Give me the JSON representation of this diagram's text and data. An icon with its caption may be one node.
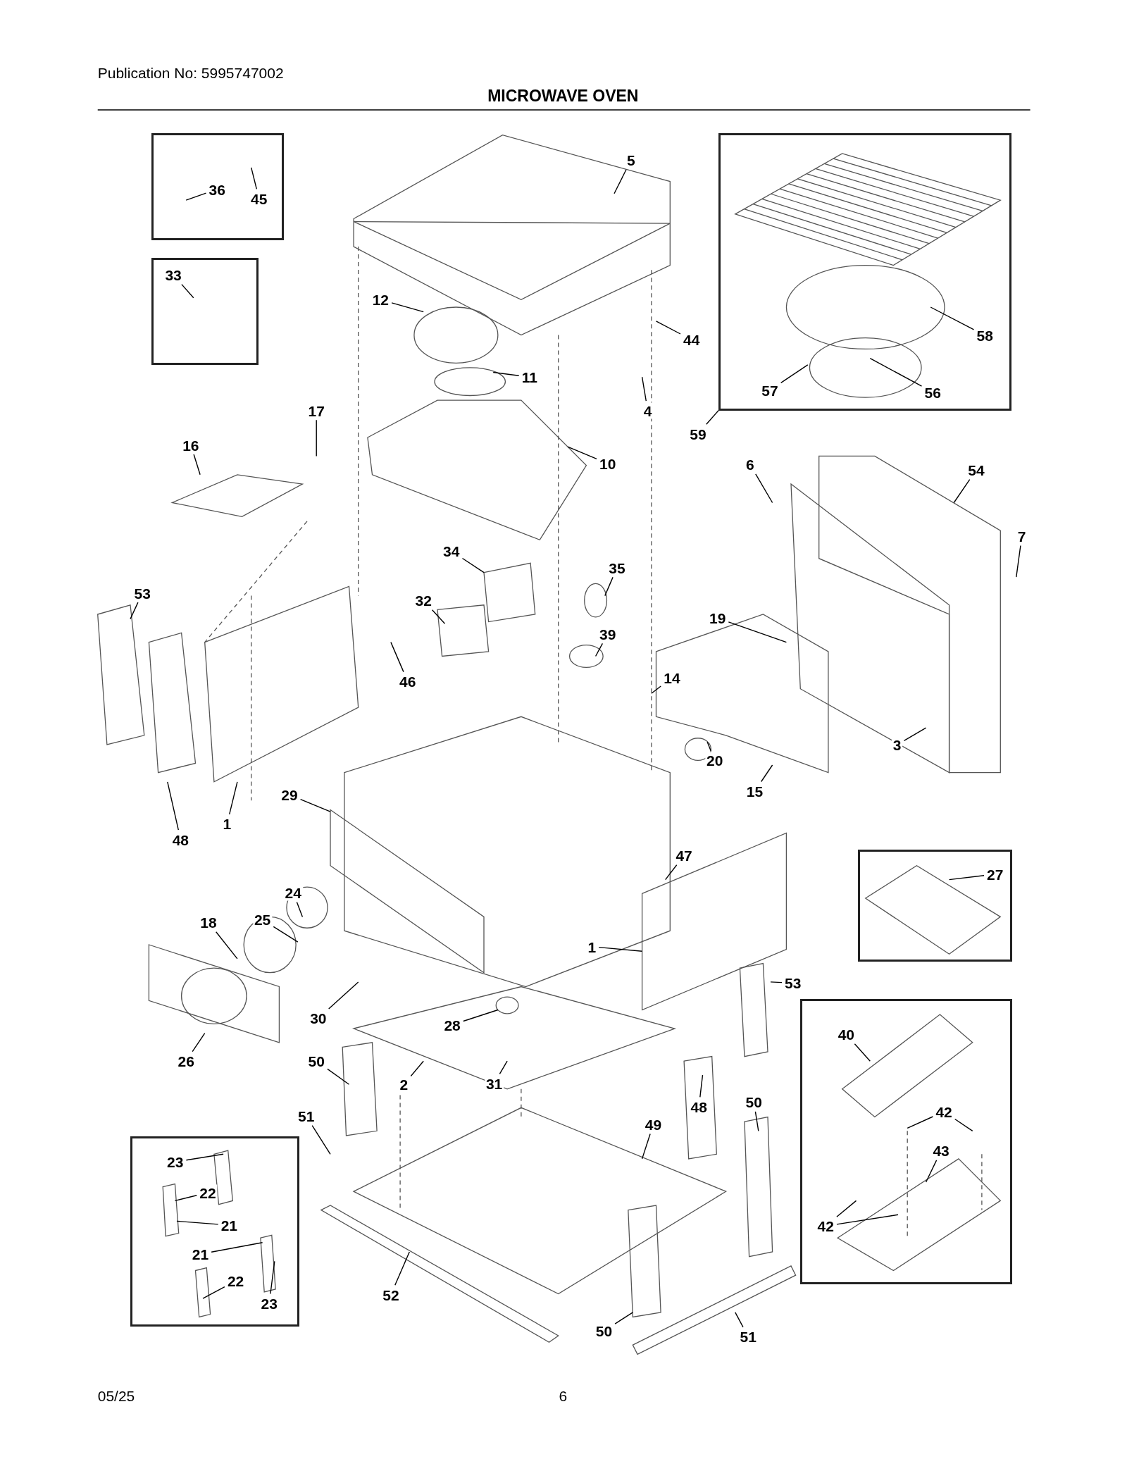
{
  "diagram": {
    "title": "MICROWAVE OVEN",
    "nodes": [
      {
        "text": [],
        "shape": "box"
      },
      {
        "text": [
          "36"
        ],
        "in": 0
      },
      {
        "text": [
          "45"
        ],
        "in": 0
      },
      {
        "text": [
          "5"
        ]
      },
      {
        "text": [],
        "shape": "box"
      },
      {
        "text": [
          "58"
        ],
        "in": 4
      },
      {
        "text": [
          "57"
        ],
        "in": 4
      },
      {
        "text": [
          "56"
        ],
        "in": 4
      },
      {
        "text": [],
        "shape": "box"
      },
      {
        "text": [
          "33"
        ],
        "in": 8
      },
      {
        "text": [
          "12"
        ]
      },
      {
        "text": [
          "44"
        ]
      },
      {
        "text": [
          "11"
        ]
      },
      {
        "text": [
          "4"
        ]
      },
      {
        "text": [
          "59"
        ]
      },
      {
        "text": [
          "17"
        ]
      },
      {
        "text": [
          "16"
        ]
      },
      {
        "text": [
          "10"
        ]
      },
      {
        "text": [
          "6"
        ]
      },
      {
        "text": [
          "54"
        ]
      },
      {
        "text": [
          "7"
        ]
      },
      {
        "text": [
          "34"
        ]
      },
      {
        "text": [
          "35"
        ]
      },
      {
        "text": [
          "53"
        ]
      },
      {
        "text": [
          "32"
        ]
      },
      {
        "text": [
          "19"
        ]
      },
      {
        "text": [
          "39"
        ]
      },
      {
        "text": [
          "46"
        ]
      },
      {
        "text": [
          "14"
        ]
      },
      {
        "text": [
          "20"
        ]
      },
      {
        "text": [
          "3"
        ]
      },
      {
        "text": [
          "15"
        ]
      },
      {
        "text": [
          "29"
        ]
      },
      {
        "text": [
          "48"
        ]
      },
      {
        "text": [
          "1"
        ]
      },
      {
        "text": [],
        "shape": "box"
      },
      {
        "text": [
          "27"
        ],
        "in": 35
      },
      {
        "text": [
          "47"
        ]
      },
      {
        "text": [
          "24"
        ]
      },
      {
        "text": [
          "18"
        ]
      },
      {
        "text": [
          "25"
        ]
      },
      {
        "text": [
          "1"
        ]
      },
      {
        "text": [
          "53"
        ]
      },
      {
        "text": [],
        "shape": "box"
      },
      {
        "text": [
          "40"
        ],
        "in": 43
      },
      {
        "text": [
          "30"
        ]
      },
      {
        "text": [
          "28"
        ]
      },
      {
        "text": [
          "26"
        ]
      },
      {
        "text": [
          "50"
        ]
      },
      {
        "text": [
          "2"
        ]
      },
      {
        "text": [
          "31"
        ]
      },
      {
        "text": [
          "48"
        ]
      },
      {
        "text": [
          "42"
        ],
        "in": 43
      },
      {
        "text": [
          "43"
        ],
        "in": 43
      },
      {
        "text": [
          "51"
        ]
      },
      {
        "text": [
          "49"
        ]
      },
      {
        "text": [
          "50"
        ]
      },
      {
        "text": [],
        "shape": "box"
      },
      {
        "text": [
          "23"
        ],
        "in": 57
      },
      {
        "text": [
          "22"
        ],
        "in": 57
      },
      {
        "text": [
          "21"
        ],
        "in": 57
      },
      {
        "text": [
          "42"
        ],
        "in": 43
      },
      {
        "text": [
          "21"
        ],
        "in": 57
      },
      {
        "text": [
          "22"
        ],
        "in": 57
      },
      {
        "text": [
          "52"
        ]
      },
      {
        "text": [
          "23"
        ],
        "in": 57
      },
      {
        "text": [
          "50"
        ]
      },
      {
        "text": [
          "51"
        ]
      }
    ],
    "edges": [
      {
        "from": 1,
        "to": null,
        "arrow": "none"
      },
      {
        "from": 2,
        "to": null,
        "arrow": "none"
      },
      {
        "from": 3,
        "to": null,
        "arrow": "none"
      },
      {
        "from": 5,
        "to": null,
        "arrow": "none"
      },
      {
        "from": 6,
        "to": null,
        "arrow": "none"
      },
      {
        "from": 7,
        "to": null,
        "arrow": "none"
      },
      {
        "from": 9,
        "to": null,
        "arrow": "none"
      },
      {
        "from": 10,
        "to": null,
        "arrow": "none"
      },
      {
        "from": 11,
        "to": null,
        "arrow": "none"
      },
      {
        "from": 12,
        "to": null,
        "arrow": "none"
      },
      {
        "from": 13,
        "to": null,
        "arrow": "none"
      },
      {
        "from": 14,
        "to": 4,
        "arrow": "none"
      },
      {
        "from": 15,
        "to": null,
        "arrow": "none"
      },
      {
        "from": 16,
        "to": null,
        "arrow": "none"
      },
      {
        "from": 17,
        "to": null,
        "arrow": "none"
      },
      {
        "from": 18,
        "to": null,
        "arrow": "none"
      },
      {
        "from": 19,
        "to": null,
        "arrow": "none"
      },
      {
        "from": 20,
        "to": null,
        "arrow": "none"
      },
      {
        "from": 21,
        "to": null,
        "arrow": "none"
      },
      {
        "from": 22,
        "to": null,
        "arrow": "none"
      },
      {
        "from": 23,
        "to": null,
        "arrow": "none"
      },
      {
        "from": 24,
        "to": null,
        "arrow": "none"
      },
      {
        "from": 25,
        "to": null,
        "arrow": "none"
      },
      {
        "from": 26,
        "to": null,
        "arrow": "none"
      },
      {
        "from": 27,
        "to": null,
        "arrow": "none"
      },
      {
        "from": 28,
        "to": null,
        "arrow": "none"
      },
      {
        "from": 29,
        "to": null,
        "arrow": "none"
      },
      {
        "from": 30,
        "to": null,
        "arrow": "none"
      },
      {
        "from": 31,
        "to": null,
        "arrow": "none"
      },
      {
        "from": 32,
        "to": null,
        "arrow": "none"
      },
      {
        "from": 33,
        "to": null,
        "arrow": "none"
      },
      {
        "from": 34,
        "to": null,
        "arrow": "none"
      },
      {
        "from": 36,
        "to": null,
        "arrow": "none"
      },
      {
        "from": 37,
        "to": null,
        "arrow": "none"
      },
      {
        "from": 38,
        "to": null,
        "arrow": "none"
      },
      {
        "from": 39,
        "to": null,
        "arrow": "none"
      },
      {
        "from": 40,
        "to": null,
        "arrow": "none"
      },
      {
        "from": 41,
        "to": null,
        "arrow": "none"
      },
      {
        "from": 42,
        "to": null,
        "arrow": "none"
      },
      {
        "from": 44,
        "to": null,
        "arrow": "none"
      },
      {
        "from": 45,
        "to": null,
        "arrow": "none"
      },
      {
        "from": 46,
        "to": null,
        "arrow": "none"
      },
      {
        "from": 47,
        "to": null,
        "arrow": "none"
      },
      {
        "from": 48,
        "to": null,
        "arrow": "none"
      },
      {
        "from": 49,
        "to": null,
        "arrow": "none"
      },
      {
        "from": 50,
        "to": null,
        "arrow": "none"
      },
      {
        "from": 51,
        "to": null,
        "arrow": "none"
      },
      {
        "from": 52,
        "to": null,
        "arrow": "none"
      },
      {
        "from": 52,
        "to": null,
        "arrow": "none"
      },
      {
        "from": 53,
        "to": null,
        "arrow": "none"
      },
      {
        "from": 54,
        "to": null,
        "arrow": "none"
      },
      {
        "from": 55,
        "to": null,
        "arrow": "none"
      },
      {
        "from": 56,
        "to": null,
        "arrow": "none"
      },
      {
        "from": 58,
        "to": null,
        "arrow": "none"
      },
      {
        "from": 59,
        "to": null,
        "arrow": "none"
      },
      {
        "from": 60,
        "to": null,
        "arrow": "none"
      },
      {
        "from": 61,
        "to": null,
        "arrow": "none"
      },
      {
        "from": 61,
        "to": null,
        "arrow": "none"
      },
      {
        "from": 62,
        "to": null,
        "arrow": "none"
      },
      {
        "from": 63,
        "to": null,
        "arrow": "none"
      },
      {
        "from": 64,
        "to": null,
        "arrow": "none"
      },
      {
        "from": 65,
        "to": null,
        "arrow": "none"
      },
      {
        "from": 66,
        "to": null,
        "arrow": "none"
      },
      {
        "from": 67,
        "to": null,
        "arrow": "none"
      }
    ],
    "labels": [
      "Publication No: 5995747002",
      "05/25",
      "6"
    ]
  }
}
